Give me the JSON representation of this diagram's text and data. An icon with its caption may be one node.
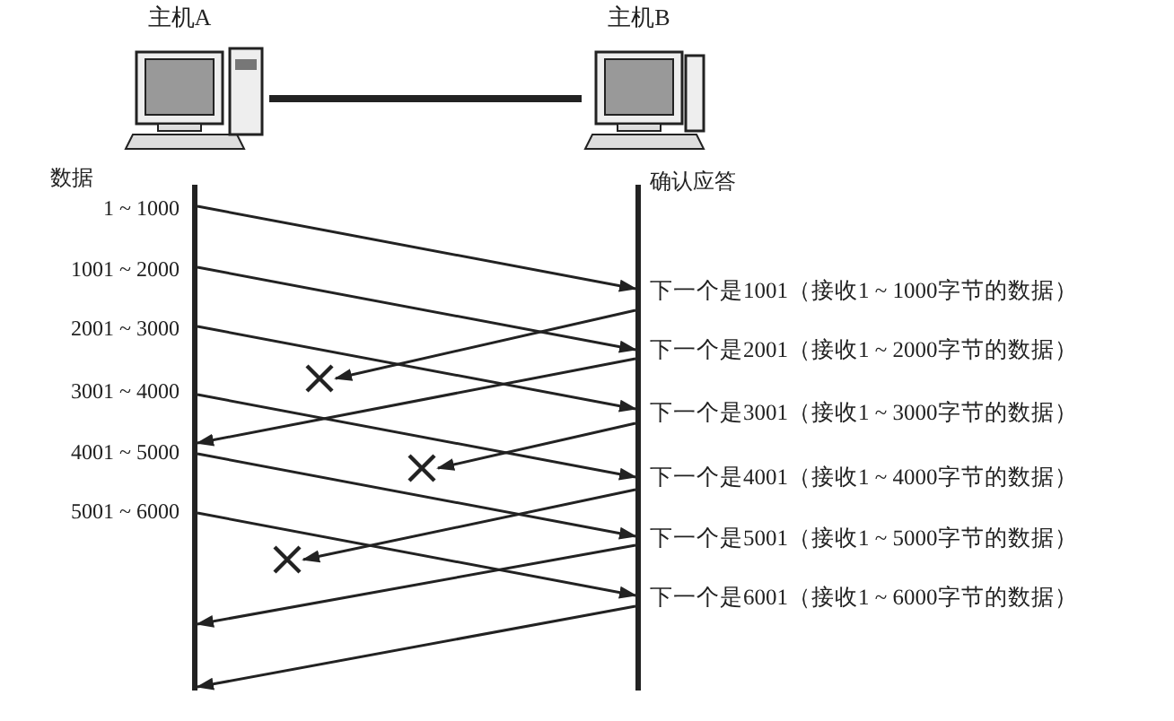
{
  "diagram": {
    "nodes": [
      {
        "text": [
          "主机A"
        ]
      },
      {
        "text": [
          "主机B"
        ]
      },
      {
        "text": [],
        "shape": "bar"
      },
      {
        "text": [],
        "shape": "bar"
      },
      {
        "text": [],
        "shape": "cross"
      },
      {
        "text": [],
        "shape": "cross"
      },
      {
        "text": [],
        "shape": "cross"
      }
    ],
    "edges": [
      {
        "from": 0,
        "to": 1,
        "arrow": "none",
        "style": "thick"
      },
      {
        "from": 2,
        "to": 3,
        "arrow": "to"
      },
      {
        "from": 2,
        "to": 3,
        "arrow": "to"
      },
      {
        "from": 2,
        "to": 3,
        "arrow": "to"
      },
      {
        "from": 2,
        "to": 3,
        "arrow": "to"
      },
      {
        "from": 2,
        "to": 3,
        "arrow": "to"
      },
      {
        "from": 2,
        "to": 3,
        "arrow": "to"
      },
      {
        "from": 3,
        "to": 4,
        "arrow": "to"
      },
      {
        "from": 3,
        "to": 2,
        "arrow": "to"
      },
      {
        "from": 3,
        "to": 5,
        "arrow": "to"
      },
      {
        "from": 3,
        "to": 6,
        "arrow": "to"
      },
      {
        "from": 3,
        "to": 2,
        "arrow": "to"
      },
      {
        "from": 3,
        "to": 2,
        "arrow": "to"
      }
    ],
    "labels": [
      "数据",
      "确认应答",
      "1 ~ 1000",
      "1001 ~ 2000",
      "2001 ~ 3000",
      "3001 ~ 4000",
      "4001 ~ 5000",
      "5001 ~ 6000",
      "下一个是1001（接收1 ~ 1000字节的数据）",
      "下一个是2001（接收1 ~ 2000字节的数据）",
      "下一个是3001（接收1 ~ 3000字节的数据）",
      "下一个是4001（接收1 ~ 4000字节的数据）",
      "下一个是5001（接收1 ~ 5000字节的数据）",
      "下一个是6001（接收1 ~ 6000字节的数据）"
    ]
  }
}
